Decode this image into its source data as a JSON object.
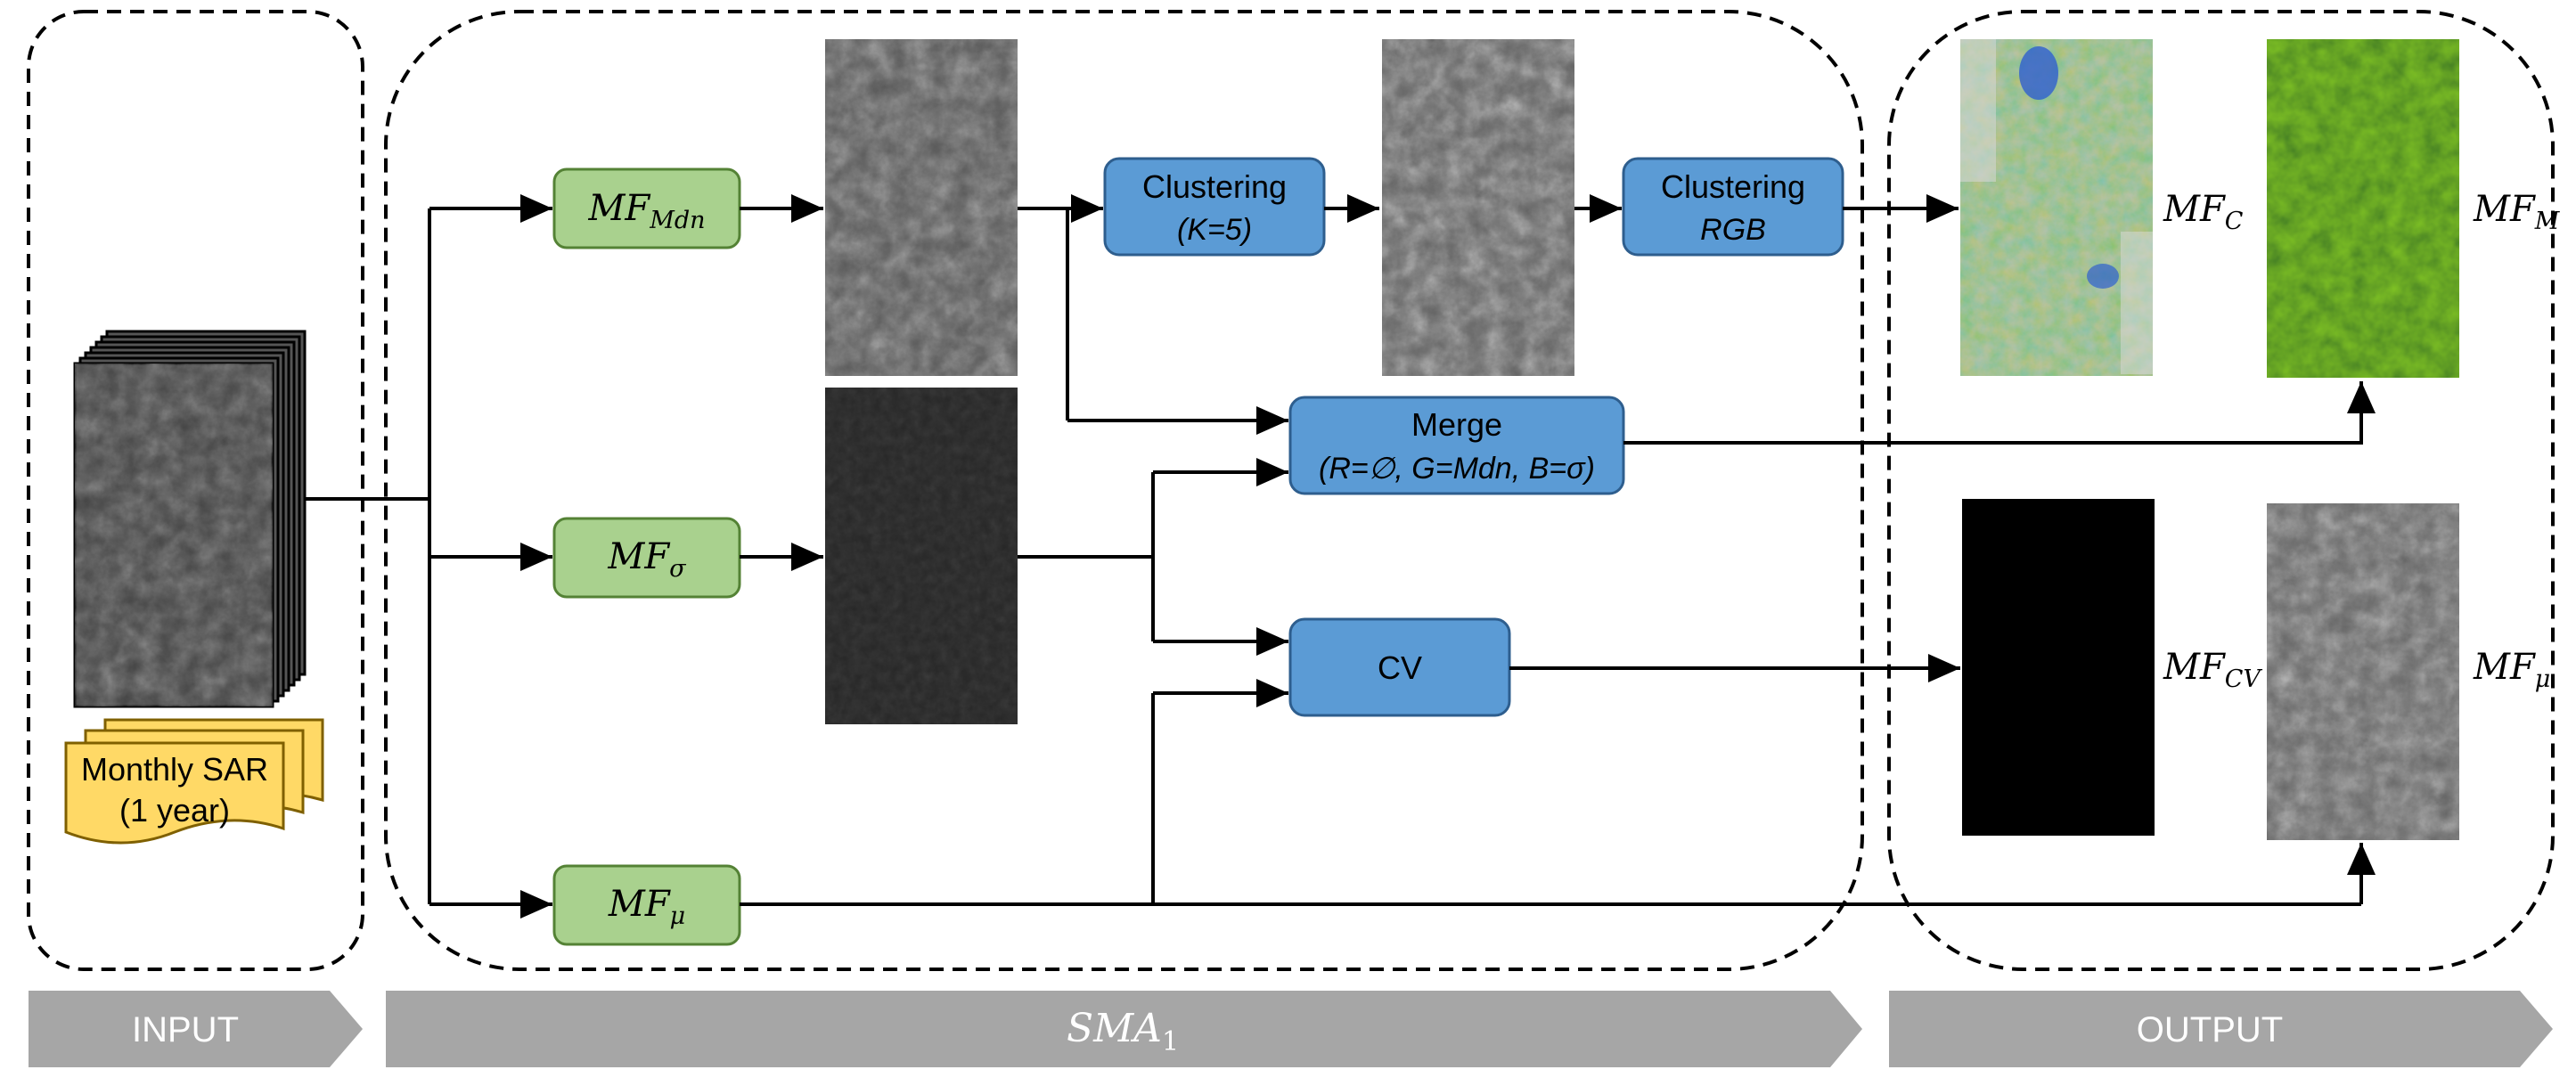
{
  "stages": {
    "input": "INPUT",
    "sma": {
      "base": "SMA",
      "sub": "1"
    },
    "output": "OUTPUT"
  },
  "input_stack": {
    "line1": "Monthly SAR",
    "line2": "(1 year)"
  },
  "filters": {
    "mdn": {
      "base": "MF",
      "sub": "Mdn"
    },
    "sigma": {
      "base": "MF",
      "sub": "σ"
    },
    "mu": {
      "base": "MF",
      "sub": "μ"
    }
  },
  "process": {
    "clustering1": {
      "line1": "Clustering",
      "line2": "(K=5)"
    },
    "clustering2": {
      "line1": "Clustering",
      "line2": "RGB"
    },
    "merge": {
      "line1": "Merge",
      "line2": "(R=∅, G=Mdn, B=σ)"
    },
    "cv": {
      "line1": "CV"
    }
  },
  "outputs": {
    "c": {
      "base": "MF",
      "sub": "C"
    },
    "m": {
      "base": "MF",
      "sub": "M"
    },
    "cv": {
      "base": "MF",
      "sub": "CV"
    },
    "mu": {
      "base": "MF",
      "sub": "μ"
    }
  },
  "colors": {
    "green_box": "#a9d18e",
    "green_stroke": "#548235",
    "blue_box": "#5b9bd5",
    "blue_stroke": "#2e5e8e",
    "yellow_doc": "#ffd966",
    "stage_arrow": "#a6a6a6"
  }
}
